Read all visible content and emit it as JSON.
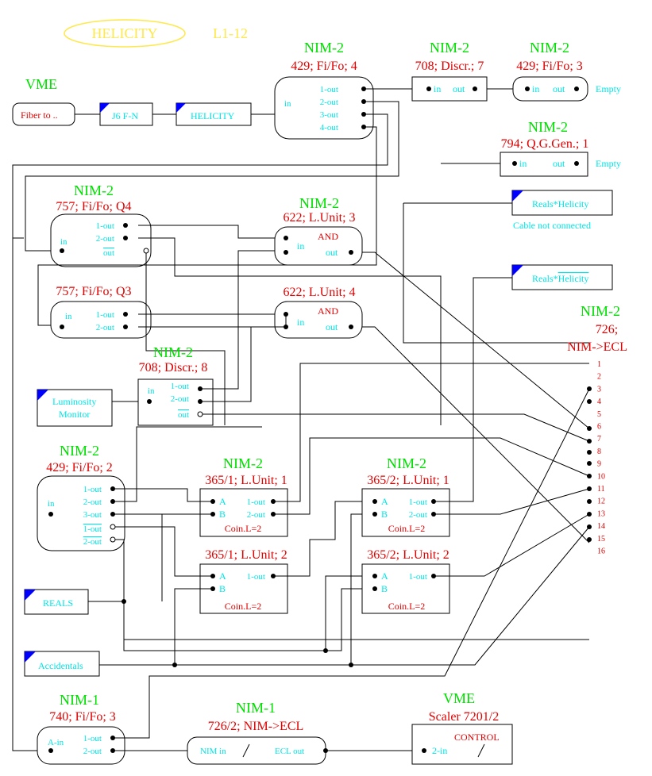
{
  "header": {
    "title": "HELICITY",
    "code": "L1-12"
  },
  "colors": {
    "green": "#00e000",
    "red": "#e00000",
    "cyan": "#00e5e5",
    "yellow": "#ffe84a",
    "line": "#000000",
    "blue": "#0000ff"
  },
  "vme_label": "VME",
  "inputs": {
    "fiber": "Fiber to ..",
    "j6": "J6 F-N",
    "helicity": "HELICITY",
    "luminosity": [
      "Luminosity",
      "Monitor"
    ],
    "reals": "REALS",
    "accidentals": "Accidentals"
  },
  "outputs": {
    "reals_hel": "Reals*Helicity",
    "cable_note": "Cable not connected",
    "reals_nhel": "Reals*",
    "reals_nhel_bar": "Helicity"
  },
  "modules": {
    "m429_4": {
      "crate": "NIM-2",
      "desc": "429; Fi/Fo; 4",
      "in": "in",
      "outs": [
        "1-out",
        "2-out",
        "3-out",
        "4-out"
      ]
    },
    "m708_7": {
      "crate": "NIM-2",
      "desc": "708; Discr.; 7",
      "in": "in",
      "out": "out"
    },
    "m429_3": {
      "crate": "NIM-2",
      "desc": "429; Fi/Fo; 3",
      "in": "in",
      "out": "out",
      "note": "Empty"
    },
    "m794": {
      "crate": "NIM-2",
      "desc": "794; Q.G.Gen.; 1",
      "in": "in",
      "out": "out",
      "note": "Empty"
    },
    "m757_q4": {
      "crate": "NIM-2",
      "desc": "757; Fi/Fo; Q4",
      "in": "in",
      "outs": [
        "1-out",
        "2-out",
        "out"
      ]
    },
    "m757_q3": {
      "desc": "757; Fi/Fo; Q3",
      "in": "in",
      "outs": [
        "1-out",
        "2-out"
      ]
    },
    "m622_3": {
      "crate": "NIM-2",
      "desc": "622; L.Unit; 3",
      "logic": "AND",
      "in": "in",
      "out": "out"
    },
    "m622_4": {
      "desc": "622; L.Unit; 4",
      "logic": "AND",
      "in": "in",
      "out": "out"
    },
    "m708_8": {
      "crate": "NIM-2",
      "desc": "708; Discr.; 8",
      "in": "in",
      "outs": [
        "1-out",
        "2-out",
        "out"
      ]
    },
    "m429_2": {
      "crate": "NIM-2",
      "desc": "429; Fi/Fo; 2",
      "in": "in",
      "outs": [
        "1-out",
        "2-out",
        "3-out",
        "1-out",
        "2-out"
      ]
    },
    "m365_1_1": {
      "crate": "NIM-2",
      "desc": "365/1; L.Unit; 1",
      "a": "A",
      "b": "B",
      "outs": [
        "1-out",
        "2-out"
      ],
      "coin": "Coin.L=2"
    },
    "m365_2_1": {
      "crate": "NIM-2",
      "desc": "365/2; L.Unit; 1",
      "a": "A",
      "b": "B",
      "outs": [
        "1-out",
        "2-out"
      ],
      "coin": "Coin.L=2"
    },
    "m365_1_2": {
      "desc": "365/1; L.Unit; 2",
      "a": "A",
      "b": "B",
      "out": "1-out",
      "coin": "Coin.L=2"
    },
    "m365_2_2": {
      "desc": "365/2; L.Unit; 2",
      "a": "A",
      "b": "B",
      "out": "1-out",
      "coin": "Coin.L=2"
    },
    "m740": {
      "crate": "NIM-1",
      "desc": "740; Fi/Fo; 3",
      "in": "A-in",
      "outs": [
        "1-out",
        "2-out"
      ]
    },
    "m726_2": {
      "crate": "NIM-1",
      "desc": "726/2; NIM->ECL",
      "in": "NIM in",
      "out": "ECL out"
    },
    "scaler": {
      "crate": "VME",
      "desc": "Scaler 7201/2",
      "tag": "CONTROL",
      "in": "2-in"
    },
    "m726": {
      "crate": "NIM-2",
      "desc1": "726;",
      "desc2": "NIM->ECL",
      "channels": [
        "1",
        "2",
        "3",
        "4",
        "5",
        "6",
        "7",
        "8",
        "9",
        "10",
        "11",
        "12",
        "13",
        "14",
        "15",
        "16"
      ]
    }
  }
}
